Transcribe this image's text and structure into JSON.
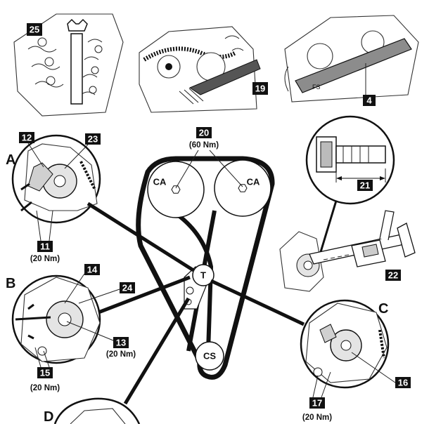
{
  "labels": {
    "n25": "25",
    "n19": "19",
    "n4": "4",
    "n20": "20",
    "n12": "12",
    "n23": "23",
    "n21": "21",
    "n11": "11",
    "n22": "22",
    "n14": "14",
    "n24": "24",
    "n13": "13",
    "n15": "15",
    "n16": "16",
    "n17": "17"
  },
  "torques": {
    "t20": "(60 Nm)",
    "t11": "(20 Nm)",
    "t13": "(20 Nm)",
    "t15": "(20 Nm)",
    "t17": "(20 Nm)"
  },
  "sections": {
    "a": "A",
    "b": "B",
    "c": "C",
    "d": "D"
  },
  "pulleys": {
    "cam_left": "CA",
    "cam_right": "CA",
    "tensioner": "T",
    "crank": "CS"
  },
  "tool_marking": "FS"
}
